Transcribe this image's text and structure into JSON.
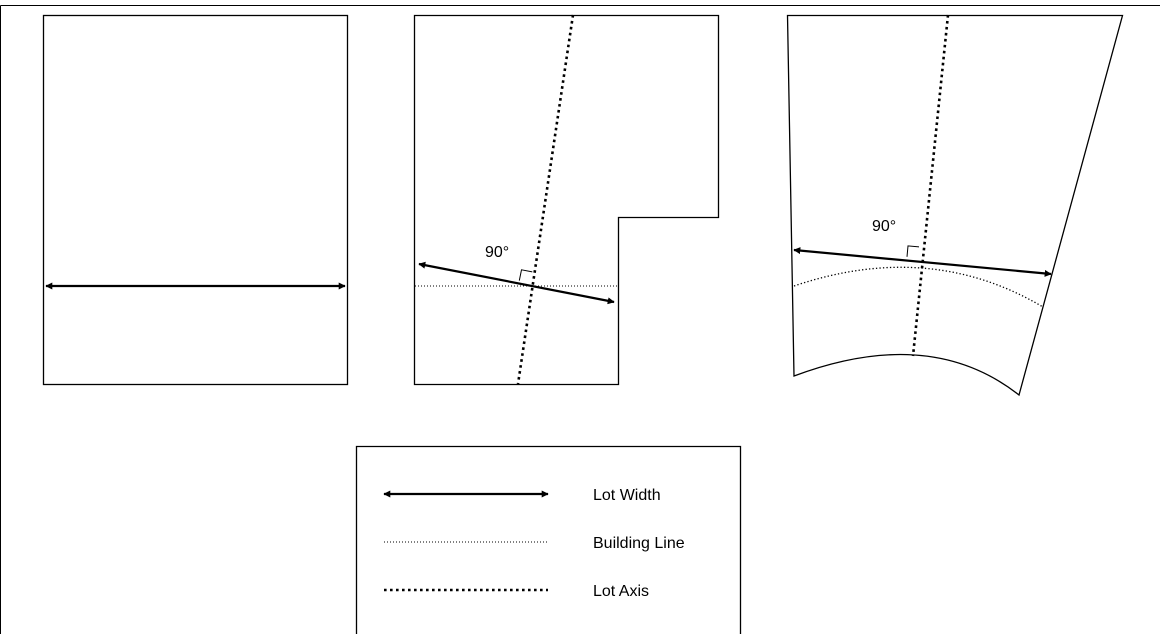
{
  "figure": {
    "angle_label_middle": "90°",
    "angle_label_right": "90°"
  },
  "legend": {
    "items": [
      {
        "label": "Lot Width",
        "line_style": "double-arrow"
      },
      {
        "label": "Building Line",
        "line_style": "fine-dotted"
      },
      {
        "label": "Lot Axis",
        "line_style": "bold-dotted"
      }
    ]
  },
  "colors": {
    "line": "#000000",
    "background": "#ffffff"
  }
}
